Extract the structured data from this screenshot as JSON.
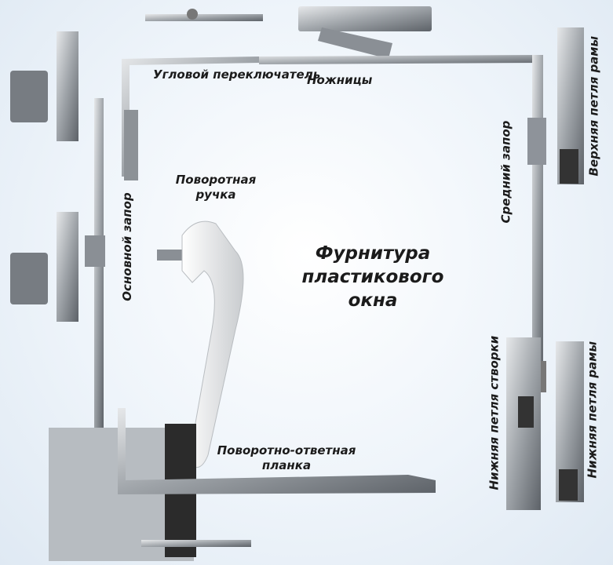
{
  "title": "Фурнитура пластикового окна",
  "labels": {
    "corner_switch": "Угловой переключатель",
    "scissors": "Ножницы",
    "middle_lock": "Средний запор",
    "top_frame_hinge": "Верхняя петля рамы",
    "handle": "Поворотная ручка",
    "main_lock": "Основной запор",
    "bottom_sash_hinge": "Нижняя петля створки",
    "bottom_frame_hinge": "Нижняя петля рамы",
    "strike_plate": "Поворотно-ответная планка"
  }
}
